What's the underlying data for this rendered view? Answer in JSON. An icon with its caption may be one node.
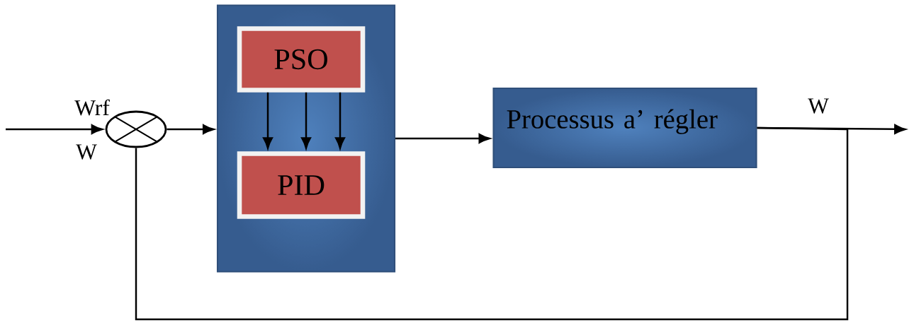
{
  "diagram": {
    "nodes": [
      {
        "text": [],
        "shape": "circle"
      },
      {
        "text": [],
        "shape": "box"
      },
      {
        "text": [
          "PSO"
        ],
        "in": 1
      },
      {
        "text": [
          "PID"
        ],
        "in": 1
      },
      {
        "text": [
          "Processus a’ régler"
        ]
      }
    ],
    "edges": [
      {
        "from": null,
        "to": 0,
        "arrow": "to"
      },
      {
        "from": 0,
        "to": 1,
        "arrow": "to"
      },
      {
        "from": 2,
        "to": 3,
        "arrow": "to"
      },
      {
        "from": 2,
        "to": 3,
        "arrow": "to"
      },
      {
        "from": 2,
        "to": 3,
        "arrow": "to"
      },
      {
        "from": 1,
        "to": 4,
        "arrow": "to"
      },
      {
        "from": 4,
        "to": null,
        "arrow": "to"
      },
      {
        "from": 4,
        "to": 0,
        "arrow": "none"
      }
    ],
    "labels": [
      "Wrf",
      "W",
      "W"
    ]
  }
}
